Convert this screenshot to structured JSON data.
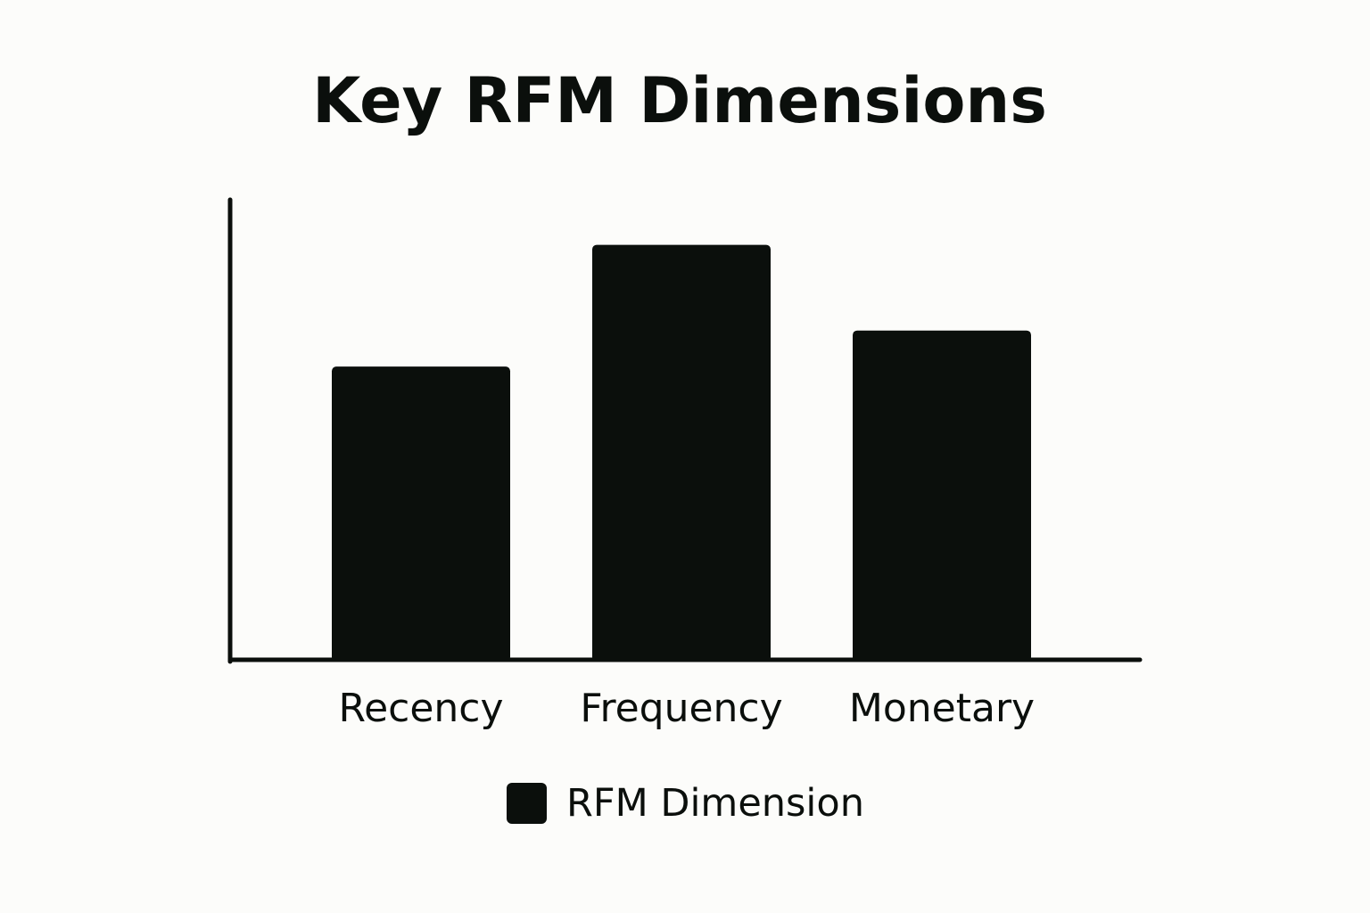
{
  "chart_data": {
    "type": "bar",
    "title": "Key RFM Dimensions",
    "categories": [
      "Recency",
      "Frequency",
      "Monetary"
    ],
    "series": [
      {
        "name": "RFM Dimension",
        "values": [
          65,
          92,
          73
        ]
      }
    ],
    "xlabel": "",
    "ylabel": "",
    "ylim": [
      0,
      102
    ],
    "grid": false,
    "legend": "bottom-center",
    "colors": {
      "bar": "#0B0F0C",
      "axis": "#0B0F0C",
      "background": "#FCFCFA",
      "text": "#0B0F0C"
    }
  }
}
